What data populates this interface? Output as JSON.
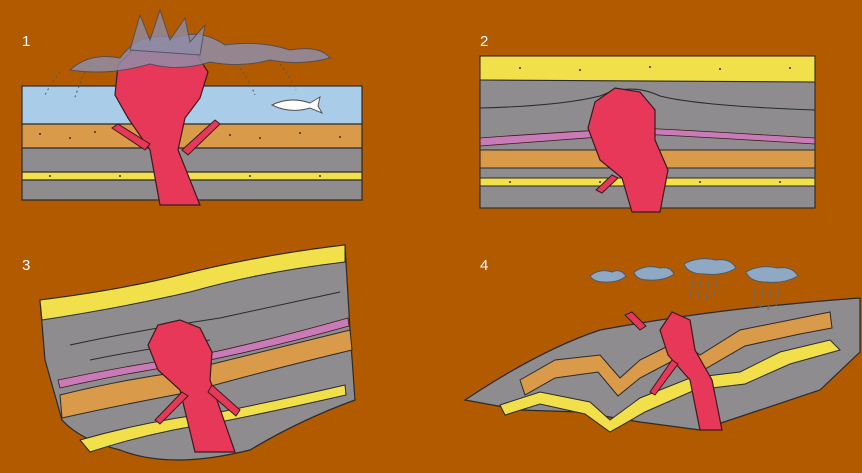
{
  "panels": [
    {
      "number": "1"
    },
    {
      "number": "2"
    },
    {
      "number": "3"
    },
    {
      "number": "4"
    }
  ],
  "colors": {
    "background": "#b25a00",
    "magma": "#e8385a",
    "sandstone": "#f2e04a",
    "sediment": "#d99a4a",
    "shale": "#8e8c8e",
    "water": "#a9cde8",
    "tuff": "#c97bb8",
    "ash_cloud": "#8f8da8",
    "rain_cloud": "#8fa9c4"
  }
}
